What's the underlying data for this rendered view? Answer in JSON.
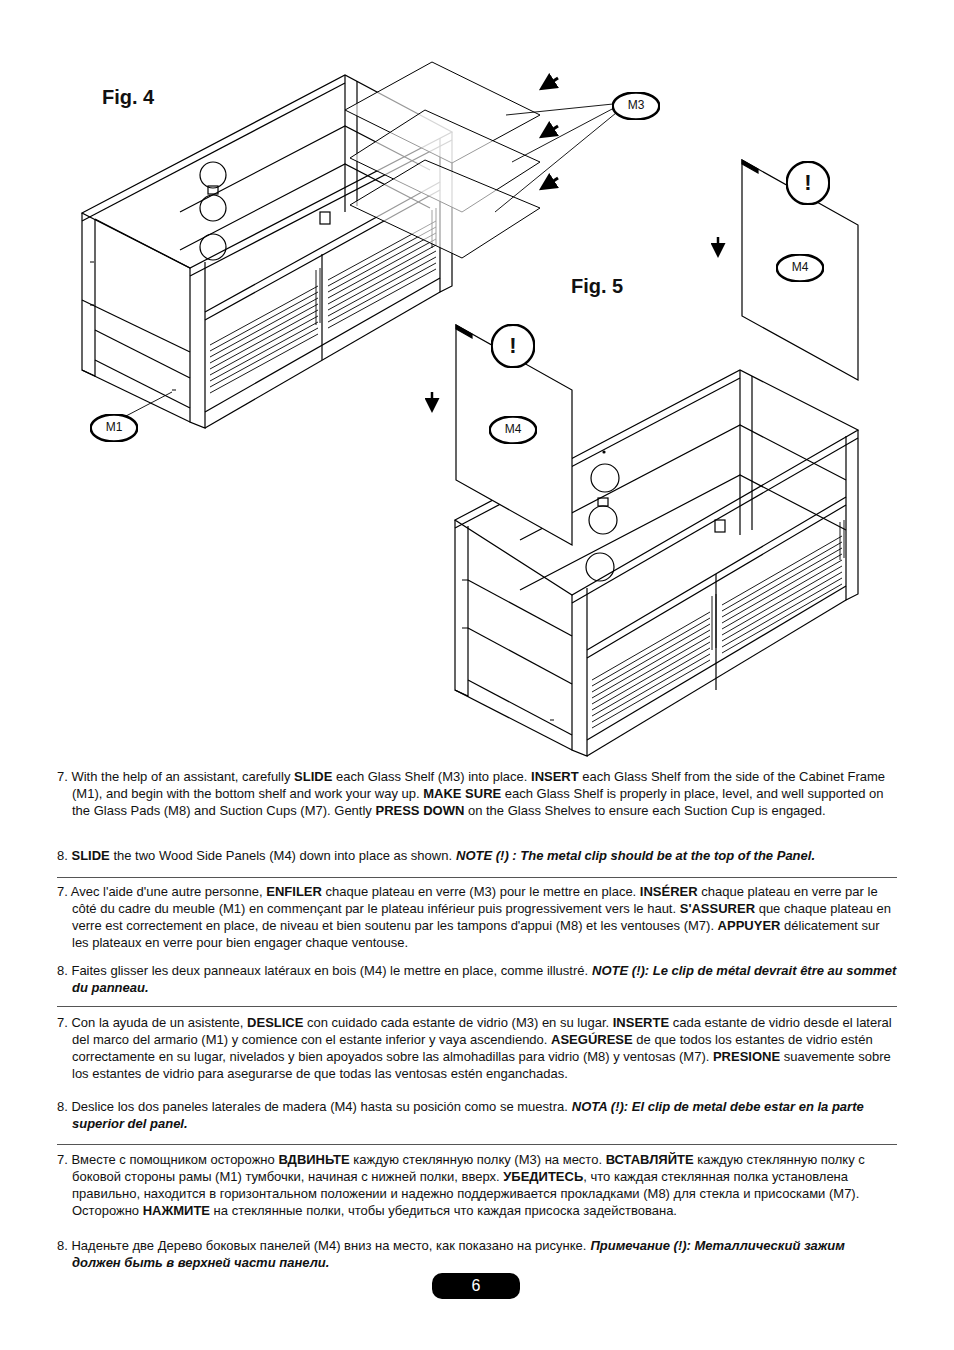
{
  "diagram": {
    "nodes": [
      {
        "text": [
          "M3"
        ]
      },
      {
        "text": [
          "!"
        ]
      },
      {
        "text": [
          "M4"
        ]
      },
      {
        "text": [
          "!"
        ]
      },
      {
        "text": [
          "M4"
        ]
      },
      {
        "text": [
          "M1"
        ]
      },
      {
        "text": [
          "6"
        ]
      }
    ],
    "labels": [
      "Fig. 4",
      "Fig. 5",
      "7. With the help of an assistant, carefully SLIDE each Glass Shelf (M3) into place. INSERT each Glass Shelf from the side of the Cabinet Frame (M1), and begin with the bottom shelf and work your way up. MAKE SURE each Glass Shelf is properly in place, level, and well supported on the Glass Pads (M8) and Suction Cups (M7). Gently PRESS DOWN on the Glass Shelves to ensure each Suction Cup is engaged.",
      "8. SLIDE the two Wood Side Panels (M4) down into place as shown.",
      "NOTE (!) : The metal clip should be at the top of the Panel.",
      "7. Avec l'aide d'une autre personne, ENFILER chaque plateau en verre (M3) pour le mettre en place. INSÉRER chaque plateau en verre par le côté du cadre du meuble (M1) en commençant par le plateau inférieur puis progressivement vers le haut. S'ASSURER que chaque plateau en verre est correctement en place, de niveau et bien soutenu par les tampons d'appui (M8) et les ventouses (M7). APPUYER délicatement sur les plateaux en verre pour bien engager chaque ventouse.",
      "8. Faites glisser les deux panneaux latéraux en bois (M4) le mettre en place, comme illustré.",
      "NOTE (!): Le clip de métal devrait être au sommet du panneau.",
      "7. Con la ayuda de un asistente, DESLICE con cuidado cada estante de vidrio (M3) en su lugar. INSERTE cada estante de vidrio desde el lateral del marco del armario (M1) y comience con el estante inferior y vaya ascendiendo. ASEGÚRESE de que todos los estantes de vidrio estén correctamente en su lugar, nivelados y bien apoyados sobre las almohadillas para vidrio (M8) y ventosas (M7). PRESIONE suavemente sobre los estantes de vidrio para asegurarse de que todas las ventosas estén enganchadas.",
      "8. Deslice los dos paneles laterales de madera (M4) hasta su posición como se muestra.",
      "NOTA (!): El clip de metal debe estar en la parte superior del panel.",
      "7. Вместе с помощником осторожно ВДВИНЬТЕ каждую стеклянную полку (M3) на место. ВСТАВЛЯЙТЕ каждую стеклянную полку с боковой стороны рамы (M1) тумбочки, начиная с нижней полки, вверх. УБЕДИТЕСЬ, что каждая стеклянная полка установлена правильно, находится в горизонтальном положении и надежно поддерживается прокладками (M8) для стекла и присосками (M7). Осторожно НАЖМИТЕ на стеклянные полки, чтобы убедиться что каждая присоска задействована.",
      "8. Наденьте две Дерево боковых панелей (M4) вниз на место, как показано на рисунке.",
      "Примечание (!): Металлический зажим должен быть в верхней части панели."
    ]
  }
}
